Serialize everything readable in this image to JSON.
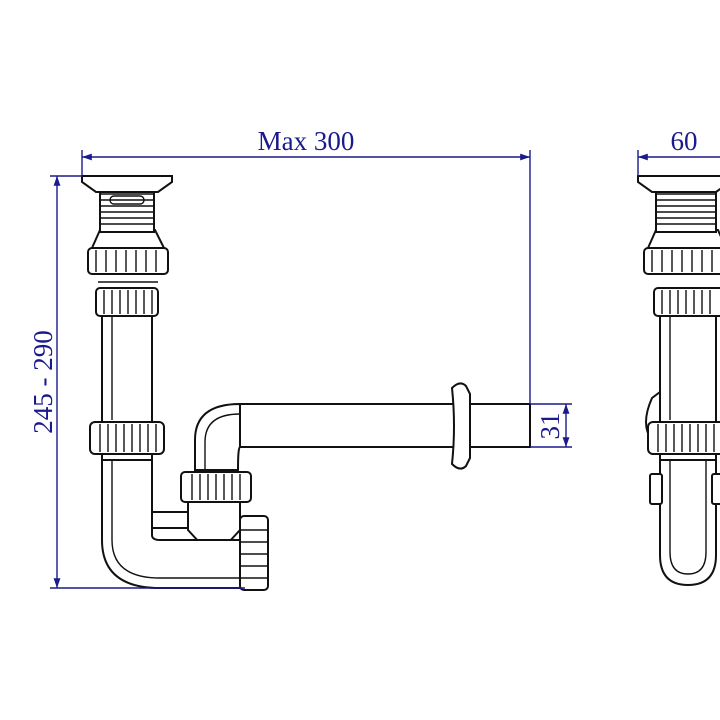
{
  "colors": {
    "dimension": "#1a1a8c",
    "drawing": "#111111",
    "background": "#ffffff"
  },
  "dimensions": {
    "max_length_label": "Max 300",
    "width_label": "60",
    "height_label": "245 - 290",
    "outlet_label": "31"
  }
}
